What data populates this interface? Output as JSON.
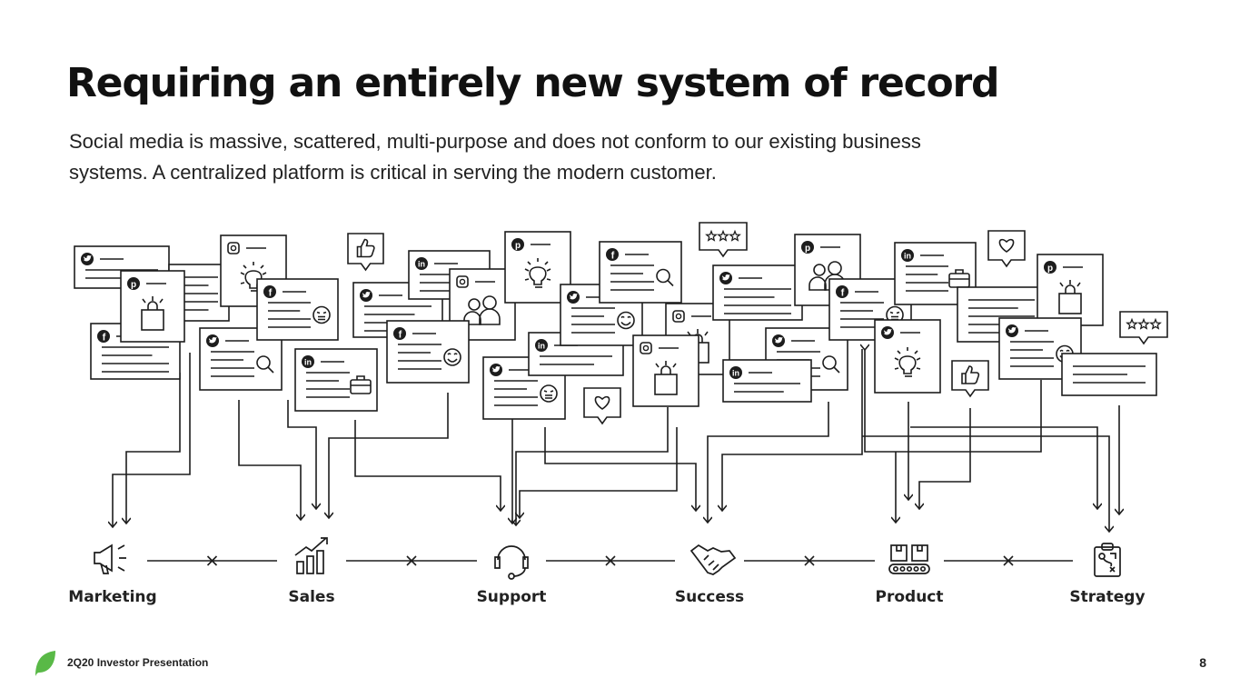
{
  "slide": {
    "title": "Requiring an entirely new system of record",
    "subtitle": "Social media is massive, scattered, multi-purpose and does not conform to our existing business systems. A centralized platform is critical in serving the modern customer."
  },
  "categories": [
    {
      "label": "Marketing",
      "icon": "megaphone-icon"
    },
    {
      "label": "Sales",
      "icon": "bar-chart-icon"
    },
    {
      "label": "Support",
      "icon": "headset-icon"
    },
    {
      "label": "Success",
      "icon": "handshake-icon"
    },
    {
      "label": "Product",
      "icon": "conveyor-boxes-icon"
    },
    {
      "label": "Strategy",
      "icon": "clipboard-strategy-icon"
    }
  ],
  "footer": {
    "presentation": "2Q20 Investor Presentation",
    "page_number": "8"
  },
  "colors": {
    "line": "#1d1d1d",
    "brand_green": "#59b947"
  }
}
